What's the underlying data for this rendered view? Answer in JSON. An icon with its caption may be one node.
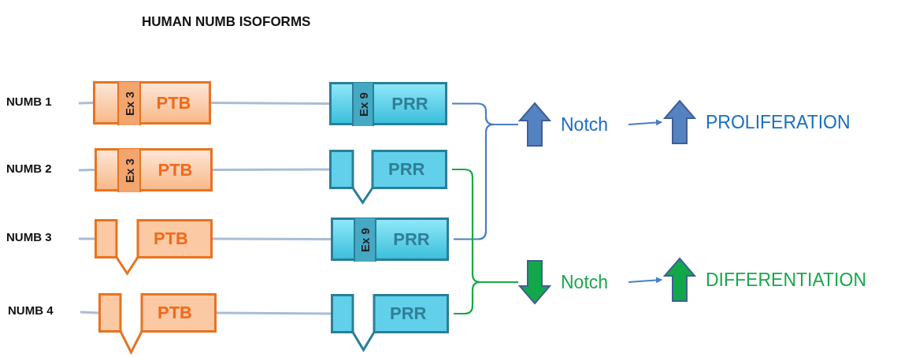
{
  "diagram": {
    "title": "HUMAN NUMB ISOFORMS",
    "nodes": [
      {
        "text": [
          "NUMB 1"
        ]
      },
      {
        "text": [
          "PTB"
        ]
      },
      {
        "text": [
          "Ex 3"
        ],
        "in": 1
      },
      {
        "text": [
          "PRR"
        ]
      },
      {
        "text": [
          "Ex 9"
        ],
        "in": 3
      },
      {
        "text": [
          "NUMB 2"
        ]
      },
      {
        "text": [
          "PTB"
        ]
      },
      {
        "text": [
          "Ex 3"
        ],
        "in": 6
      },
      {
        "text": [
          "PRR"
        ]
      },
      {
        "text": [
          "NUMB 3"
        ]
      },
      {
        "text": [
          "PTB"
        ]
      },
      {
        "text": [
          "PRR"
        ]
      },
      {
        "text": [
          "Ex 9"
        ],
        "in": 11
      },
      {
        "text": [
          "NUMB 4"
        ]
      },
      {
        "text": [
          "PTB"
        ]
      },
      {
        "text": [
          "PRR"
        ]
      },
      {
        "text": [
          "Notch"
        ]
      },
      {
        "text": [
          "PROLIFERATION"
        ]
      },
      {
        "text": [
          "Notch"
        ]
      },
      {
        "text": [
          "DIFFERENTIATION"
        ]
      }
    ],
    "edges": [
      {
        "from": 0,
        "to": 1,
        "arrow": "none"
      },
      {
        "from": 1,
        "to": 3,
        "arrow": "none"
      },
      {
        "from": 5,
        "to": 6,
        "arrow": "none"
      },
      {
        "from": 6,
        "to": 8,
        "arrow": "none"
      },
      {
        "from": 9,
        "to": 10,
        "arrow": "none"
      },
      {
        "from": 10,
        "to": 11,
        "arrow": "none"
      },
      {
        "from": 13,
        "to": 14,
        "arrow": "none"
      },
      {
        "from": 14,
        "to": 15,
        "arrow": "none"
      },
      {
        "from": 3,
        "to": 16,
        "arrow": "none",
        "color": "#4a7ec0"
      },
      {
        "from": 11,
        "to": 16,
        "arrow": "none",
        "color": "#4a7ec0"
      },
      {
        "from": 8,
        "to": 18,
        "arrow": "none",
        "color": "#1aa84a"
      },
      {
        "from": 15,
        "to": 18,
        "arrow": "none",
        "color": "#1aa84a"
      },
      {
        "from": 16,
        "to": 17,
        "arrow": "to",
        "color": "#4a7ec0"
      },
      {
        "from": 18,
        "to": 19,
        "arrow": "to",
        "color": "#4a7ec0"
      }
    ]
  }
}
